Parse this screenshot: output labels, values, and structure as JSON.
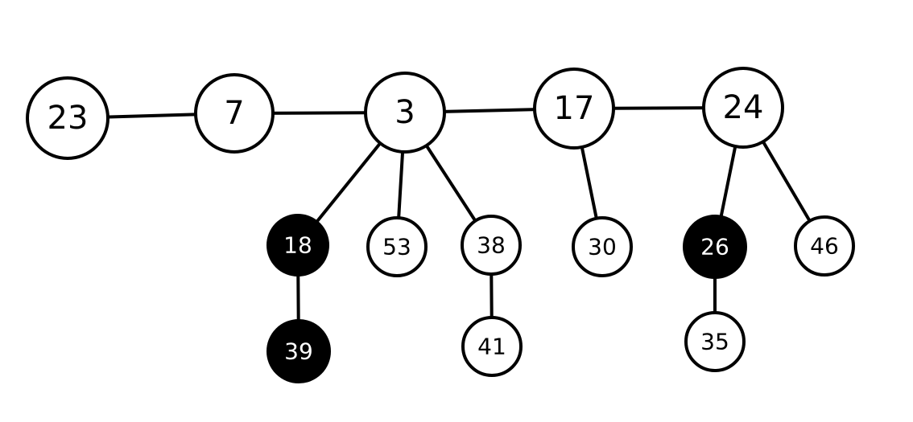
{
  "colors": {
    "stroke": "#000000",
    "marked_fill": "#000000",
    "unmarked_fill": "#ffffff",
    "marked_text": "#ffffff",
    "unmarked_text": "#000000"
  },
  "root_list": [
    "23",
    "7",
    "3",
    "17",
    "24"
  ],
  "nodes": {
    "n23": {
      "label": "23",
      "marked": false
    },
    "n7": {
      "label": "7",
      "marked": false
    },
    "n3": {
      "label": "3",
      "marked": false
    },
    "n17": {
      "label": "17",
      "marked": false
    },
    "n24": {
      "label": "24",
      "marked": false
    },
    "n18": {
      "label": "18",
      "marked": true
    },
    "n53": {
      "label": "53",
      "marked": false
    },
    "n38": {
      "label": "38",
      "marked": false
    },
    "n30": {
      "label": "30",
      "marked": false
    },
    "n26": {
      "label": "26",
      "marked": true
    },
    "n46": {
      "label": "46",
      "marked": false
    },
    "n39": {
      "label": "39",
      "marked": true
    },
    "n41": {
      "label": "41",
      "marked": false
    },
    "n35": {
      "label": "35",
      "marked": false
    }
  },
  "edges": [
    [
      "n23",
      "n7"
    ],
    [
      "n7",
      "n3"
    ],
    [
      "n3",
      "n17"
    ],
    [
      "n17",
      "n24"
    ],
    [
      "n3",
      "n18"
    ],
    [
      "n3",
      "n53"
    ],
    [
      "n3",
      "n38"
    ],
    [
      "n18",
      "n39"
    ],
    [
      "n38",
      "n41"
    ],
    [
      "n17",
      "n30"
    ],
    [
      "n24",
      "n26"
    ],
    [
      "n24",
      "n46"
    ],
    [
      "n26",
      "n35"
    ]
  ]
}
